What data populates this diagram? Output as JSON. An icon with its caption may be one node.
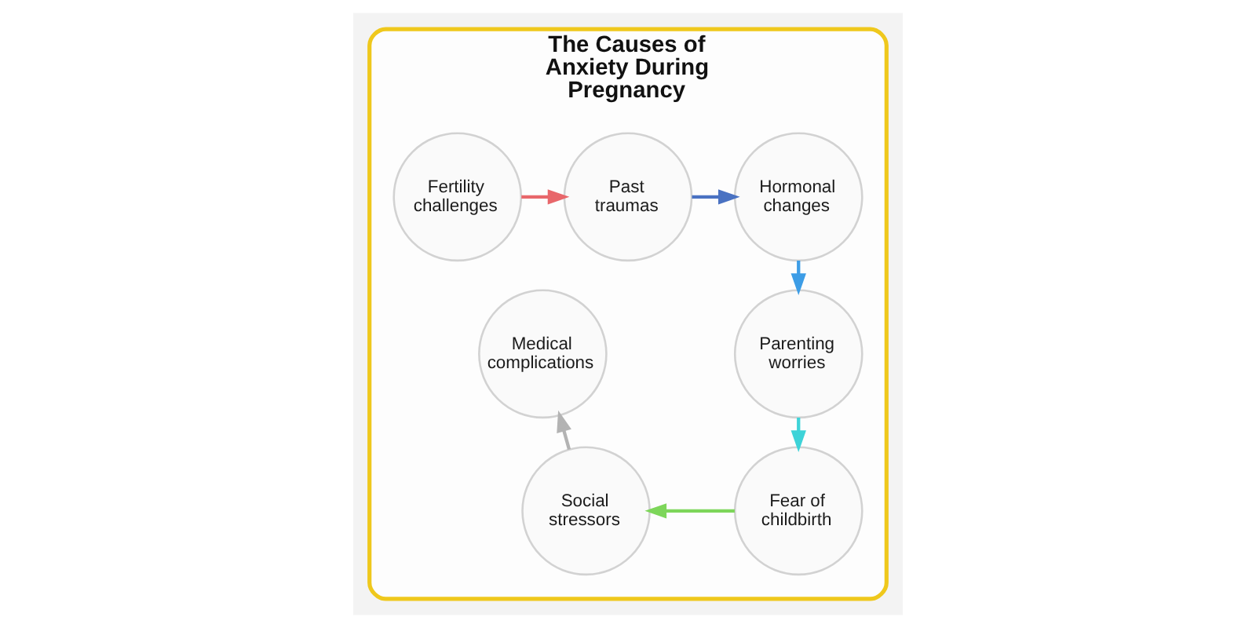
{
  "diagram": {
    "nodes": [
      {
        "text": [
          "The Causes of Anxiety During Pregnancy"
        ]
      },
      {
        "text": [
          "Fertility challenges"
        ],
        "in": 0
      },
      {
        "text": [
          "Past traumas"
        ],
        "in": 0
      },
      {
        "text": [
          "Hormonal changes"
        ],
        "in": 0
      },
      {
        "text": [
          "Parenting worries"
        ],
        "in": 0
      },
      {
        "text": [
          "Fear of childbirth"
        ],
        "in": 0
      },
      {
        "text": [
          "Social stressors"
        ],
        "in": 0
      },
      {
        "text": [
          "Medical complications"
        ],
        "in": 0
      }
    ],
    "edges": [
      {
        "from": 1,
        "to": 2,
        "arrow": "to",
        "color": "#e8676b"
      },
      {
        "from": 2,
        "to": 3,
        "arrow": "to",
        "color": "#4a72c2"
      },
      {
        "from": 3,
        "to": 4,
        "arrow": "to",
        "color": "#3d9de6"
      },
      {
        "from": 4,
        "to": 5,
        "arrow": "to",
        "color": "#3ed3d8"
      },
      {
        "from": 5,
        "to": 6,
        "arrow": "to",
        "color": "#7dd65a"
      },
      {
        "from": 6,
        "to": 7,
        "arrow": "to",
        "color": "#b3b3b3"
      }
    ]
  }
}
